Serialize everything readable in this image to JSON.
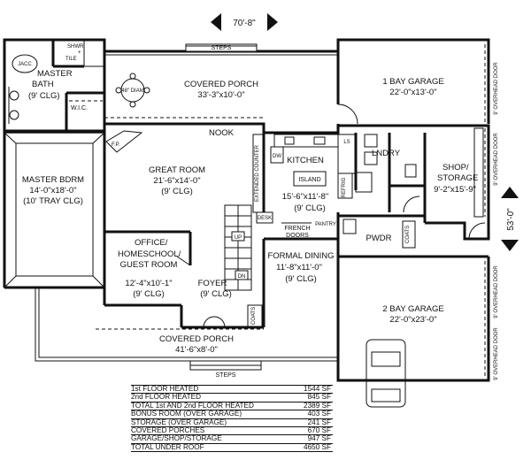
{
  "dimensions": {
    "width": "70'-8\"",
    "depth": "53'-0\""
  },
  "rooms": {
    "master_bath": {
      "name": "MASTER\nBATH",
      "ceiling": "(9' CLG)"
    },
    "jacc": "JACC",
    "shwr_tile": "SHWR\n+\nTILE",
    "wic": "W.I.C.",
    "covered_porch_rear": {
      "name": "COVERED PORCH",
      "size": "33'-3\"x10'-0\""
    },
    "table_diam": "48\" DIAM",
    "nook": "NOOK",
    "garage1": {
      "name": "1 BAY GARAGE",
      "size": "22'-0\"x13'-0\""
    },
    "master_bdrm": {
      "name": "MASTER BDRM",
      "size": "14'-0\"x18'-0\"",
      "ceiling": "(10' TRAY CLG)"
    },
    "great_room": {
      "name": "GREAT ROOM",
      "size": "21'-6\"x14'-0\"",
      "ceiling": "(9' CLG)"
    },
    "kitchen": {
      "name": "KITCHEN",
      "size": "15'-6\"x11'-8\"",
      "ceiling": "(9' CLG)"
    },
    "island": "ISLAND",
    "lndry": "LNDRY",
    "shop_storage": {
      "name": "SHOP/\nSTORAGE",
      "size": "9'-2\"x15'-9\""
    },
    "office": {
      "name": "OFFICE/\nHOMESCHOOL/\nGUEST ROOM",
      "size": "12'-4\"x10'-1\"",
      "ceiling": "(9' CLG)"
    },
    "foyer": {
      "name": "FOYER",
      "ceiling": "(9' CLG)"
    },
    "formal_dining": {
      "name": "FORMAL DINING",
      "size": "11'-8\"x11'-0\"",
      "ceiling": "(9' CLG)"
    },
    "french_doors": "FRENCH\nDOORS",
    "pantry": "PANTRY",
    "pwdr": "PWDR",
    "garage2": {
      "name": "2 BAY GARAGE",
      "size": "22'-0\"x23'-0\""
    },
    "covered_porch_front": {
      "name": "COVERED PORCH",
      "size": "41'-6\"x8'-0\""
    }
  },
  "small_labels": {
    "steps": "STEPS",
    "extended_counter": "EXTENDED COUNTER",
    "dw": "DW",
    "ls": "LS",
    "refrig": "REFRIG",
    "coats": "COATS",
    "up": "UP",
    "dn": "DN",
    "desk": "DESK",
    "fp": "F.P.",
    "overhead_door": "9' OVERHEAD DOOR"
  },
  "area_table": [
    {
      "label": "1st FLOOR HEATED",
      "value": "1544 SF"
    },
    {
      "label": "2nd FLOOR HEATED",
      "value": "845 SF"
    },
    {
      "label": "TOTAL 1st AND 2nd FLOOR HEATED",
      "value": "2389 SF"
    },
    {
      "label": "BONUS ROOM (OVER GARAGE)",
      "value": "403 SF"
    },
    {
      "label": "STORAGE (OVER GARAGE)",
      "value": "241 SF"
    },
    {
      "label": "COVERED PORCHES",
      "value": "670 SF"
    },
    {
      "label": "GARAGE/SHOP/STORAGE",
      "value": "947 SF"
    },
    {
      "label": "TOTAL UNDER ROOF",
      "value": "4650 SF"
    }
  ]
}
